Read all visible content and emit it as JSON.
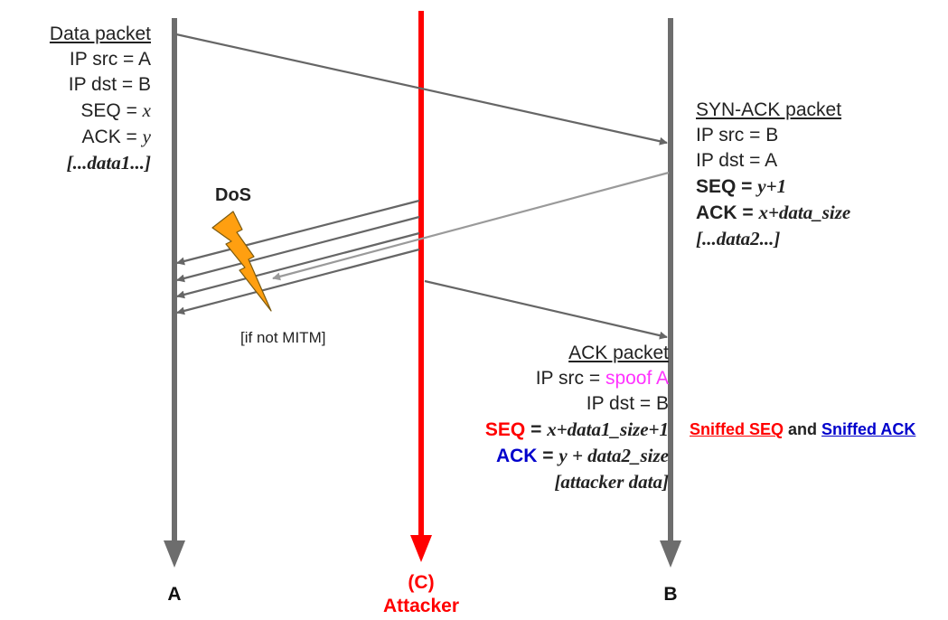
{
  "colors": {
    "timeline": "#6d6d6d",
    "attacker": "#ff0000",
    "arrow": "#666666",
    "arrow_light": "#9a9a9a",
    "dos_bolt": "#ff9f10",
    "seq_red": "#ff0000",
    "ack_blue": "#0000cc",
    "spoof_magenta": "#ff33ff"
  },
  "icons": {
    "dos": "lightning-bolt-icon"
  },
  "hosts": {
    "a": "A",
    "b": "B",
    "c_line1": "(C)",
    "c_line2": "Attacker"
  },
  "data_packet": {
    "title": "Data packet",
    "ip_src": "IP src = A",
    "ip_dst": "IP dst = B",
    "seq_label": "SEQ = ",
    "seq_value": "x",
    "ack_label": "ACK = ",
    "ack_value": "y",
    "payload": "[...data1...]"
  },
  "syn_ack_packet": {
    "title": "SYN-ACK packet",
    "ip_src": "IP src = B",
    "ip_dst": "IP dst = A",
    "seq_label": "SEQ = ",
    "seq_value": "y+1",
    "ack_label": "ACK = ",
    "ack_value": "x+data_size",
    "payload": "[...data2...]"
  },
  "dos": {
    "label": "DoS",
    "note": "[if not MITM]"
  },
  "ack_packet": {
    "title": "ACK packet",
    "ip_src_label": "IP src = ",
    "ip_src_value": "spoof A",
    "ip_dst": "IP dst = B",
    "seq_label": "SEQ",
    "seq_eq": " = ",
    "seq_value": "x+data1_size+1",
    "ack_label": "ACK",
    "ack_eq": " = ",
    "ack_value": "y + data2_size",
    "payload": "[attacker data]"
  },
  "sniffed": {
    "seq": "Sniffed SEQ",
    "and": " and ",
    "ack": "Sniffed ACK"
  }
}
